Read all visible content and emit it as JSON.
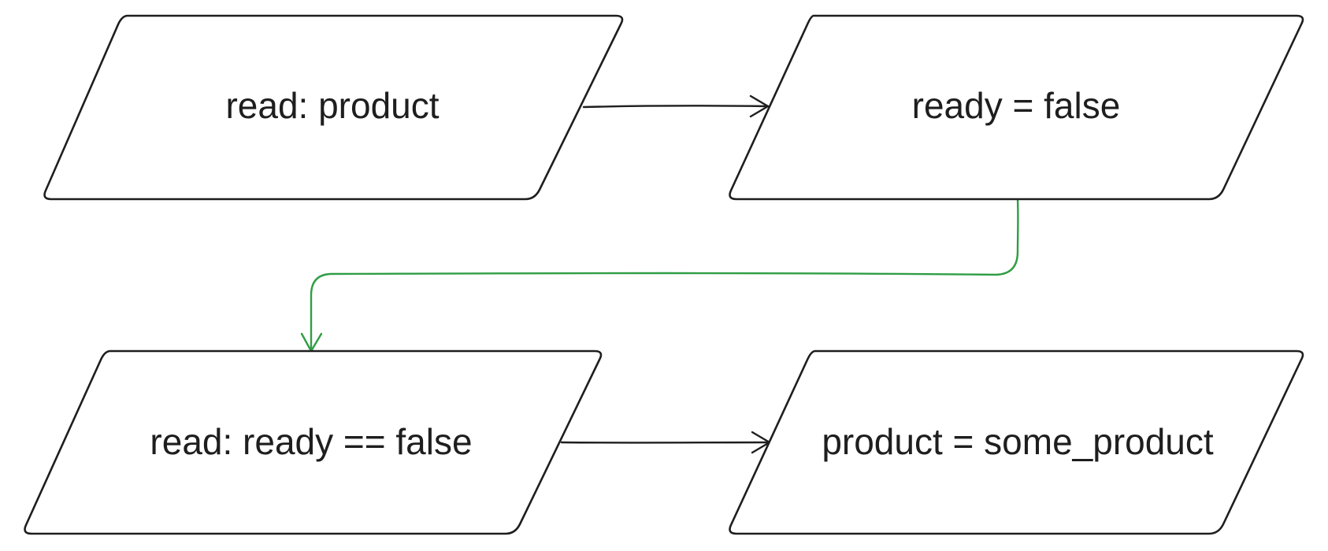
{
  "diagram": {
    "nodes": [
      {
        "id": "read-product",
        "shape": "parallelogram",
        "label": "read: product"
      },
      {
        "id": "ready-false",
        "shape": "parallelogram",
        "label": "ready = false"
      },
      {
        "id": "read-ready-check",
        "shape": "parallelogram",
        "label": "read: ready == false"
      },
      {
        "id": "product-assign",
        "shape": "parallelogram",
        "label": "product = some_product"
      }
    ],
    "edges": [
      {
        "from": "read-product",
        "to": "ready-false",
        "color": "#1e1e1e"
      },
      {
        "from": "ready-false",
        "to": "read-ready-check",
        "color": "#2f9e44"
      },
      {
        "from": "read-ready-check",
        "to": "product-assign",
        "color": "#1e1e1e"
      }
    ]
  }
}
